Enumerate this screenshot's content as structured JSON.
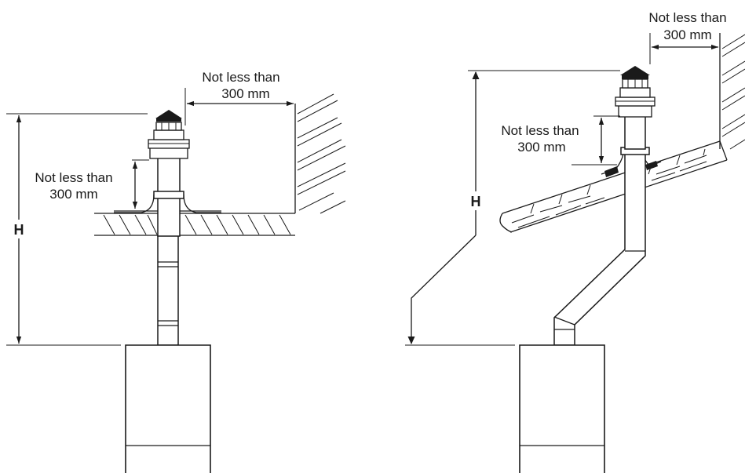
{
  "flat_roof": {
    "clearance_top_label": [
      "Not less than",
      "300 mm"
    ],
    "clearance_side_label": [
      "Not less than",
      "300 mm"
    ],
    "height_label": "H"
  },
  "pitched_roof": {
    "clearance_top_label": [
      "Not less than",
      "300 mm"
    ],
    "clearance_side_label": [
      "Not less than",
      "300 mm"
    ],
    "height_label": "H"
  }
}
